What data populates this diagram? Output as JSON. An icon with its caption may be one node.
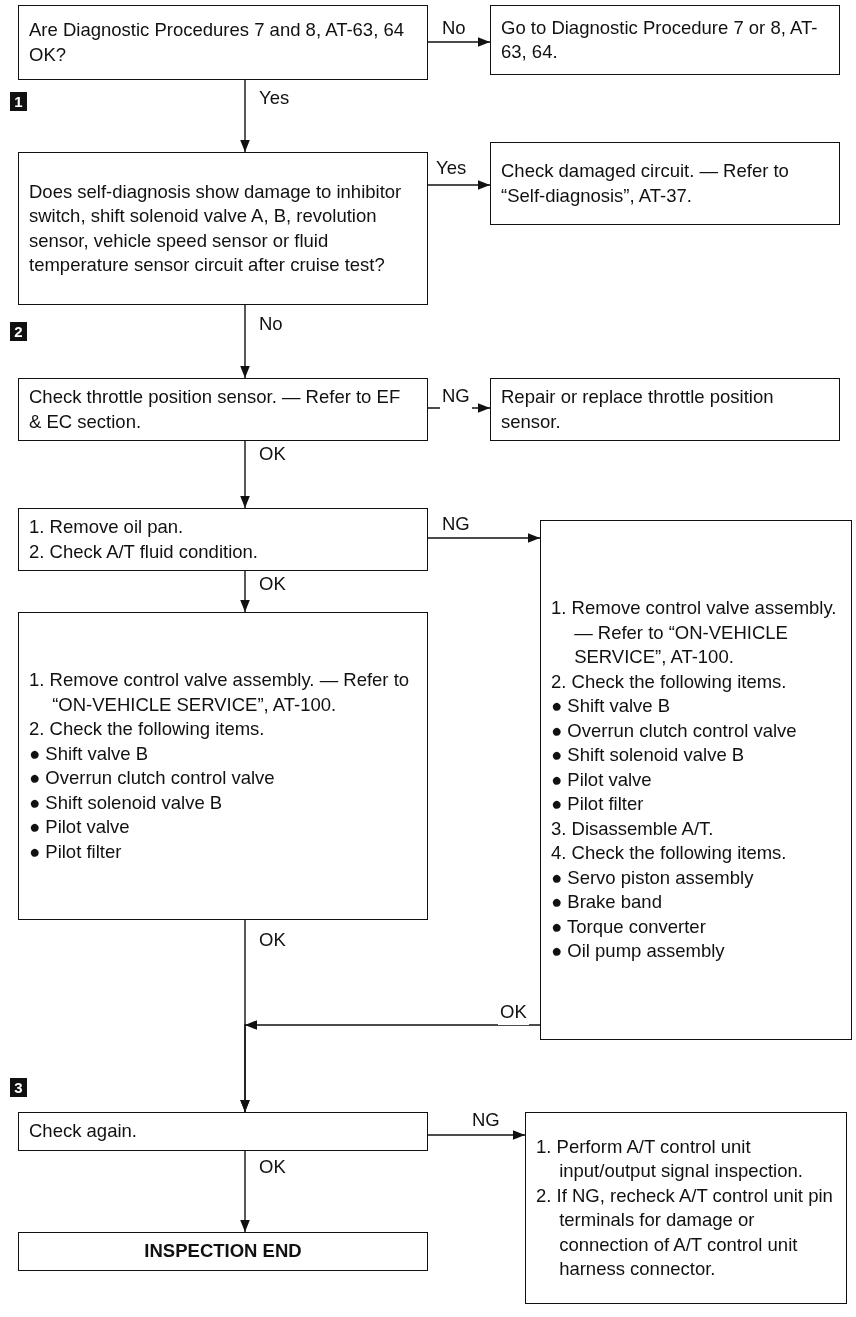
{
  "diagram": {
    "nodes": [
      {
        "text": [
          "Are Diagnostic Procedures 7 and 8, AT-63, 64 OK?"
        ]
      },
      {
        "text": [
          "Go to Diagnostic Procedure 7 or 8, AT-63, 64."
        ]
      },
      {
        "text": [
          "Does self-diagnosis show damage to inhibitor switch, shift solenoid valve A, B, revolution sensor, vehicle speed sensor or fluid temperature sensor circuit after cruise test?"
        ]
      },
      {
        "text": [
          "Check damaged circuit. — Refer to “Self-diagnosis”, AT-37."
        ]
      },
      {
        "text": [
          "Check throttle position sensor. — Refer to EF & EC section."
        ]
      },
      {
        "text": [
          "Repair or replace throttle position sensor."
        ]
      },
      {
        "text": [
          "1. Remove oil pan.",
          "2. Check A/T fluid condition."
        ]
      },
      {
        "text": [
          "1. Remove control valve assembly. — Refer to “ON-VEHICLE SERVICE”, AT-100.",
          "2. Check the following items.",
          "● Shift valve B",
          "● Overrun clutch control valve",
          "● Shift solenoid valve B",
          "● Pilot valve",
          "● Pilot filter"
        ]
      },
      {
        "text": [
          "1. Remove control valve assembly. — Refer to “ON-VEHICLE SERVICE”, AT-100.",
          "2. Check the following items.",
          "● Shift valve B",
          "● Overrun clutch control valve",
          "● Shift solenoid valve B",
          "● Pilot valve",
          "● Pilot filter",
          "3. Disassemble A/T.",
          "4. Check the following items.",
          "● Servo piston assembly",
          "● Brake band",
          "● Torque converter",
          "● Oil pump assembly"
        ]
      },
      {
        "text": [
          "Check again."
        ]
      },
      {
        "text": [
          "1. Perform A/T control unit input/output signal inspection.",
          "2. If NG, recheck A/T control unit pin terminals for damage or connection of A/T control unit harness connector."
        ]
      },
      {
        "text": [
          "INSPECTION END"
        ]
      }
    ],
    "edges": [
      {
        "from": 0,
        "to": 1,
        "arrow": "to",
        "label": "No"
      },
      {
        "from": 0,
        "to": 2,
        "arrow": "to",
        "label": "Yes"
      },
      {
        "from": 2,
        "to": 3,
        "arrow": "to",
        "label": "Yes"
      },
      {
        "from": 2,
        "to": 4,
        "arrow": "to",
        "label": "No"
      },
      {
        "from": 4,
        "to": 5,
        "arrow": "to",
        "label": "NG"
      },
      {
        "from": 4,
        "to": 6,
        "arrow": "to",
        "label": "OK"
      },
      {
        "from": 6,
        "to": 8,
        "arrow": "to",
        "label": "NG"
      },
      {
        "from": 6,
        "to": 7,
        "arrow": "to",
        "label": "OK"
      },
      {
        "from": 7,
        "to": 9,
        "arrow": "to",
        "label": "OK"
      },
      {
        "from": 8,
        "to": 9,
        "arrow": "to",
        "label": "OK"
      },
      {
        "from": 9,
        "to": 10,
        "arrow": "to",
        "label": "NG"
      },
      {
        "from": 9,
        "to": 11,
        "arrow": "to",
        "label": "OK"
      }
    ],
    "labels": [
      "1",
      "2",
      "3"
    ]
  }
}
